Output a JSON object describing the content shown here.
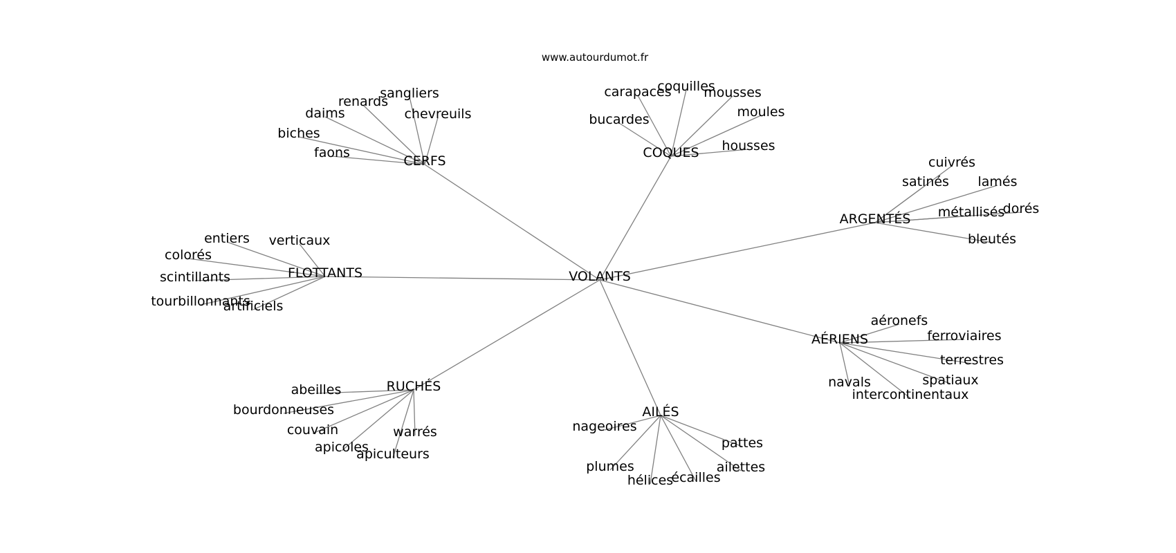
{
  "credit": "www.autourdumot.fr",
  "colors": {
    "edge": "#808080",
    "text": "#000000",
    "background": "#ffffff"
  },
  "center": "VOLANTS",
  "groups": [
    {
      "label": "CERFS",
      "leaves": [
        "sangliers",
        "renards",
        "daims",
        "chevreuils",
        "biches",
        "faons"
      ]
    },
    {
      "label": "COQUES",
      "leaves": [
        "coquilles",
        "carapaces",
        "mousses",
        "moules",
        "bucardes",
        "housses"
      ]
    },
    {
      "label": "ARGENTÉS",
      "leaves": [
        "cuivrés",
        "satinés",
        "lamés",
        "dorés",
        "métallisés",
        "bleutés"
      ]
    },
    {
      "label": "FLOTTANTS",
      "leaves": [
        "entiers",
        "verticaux",
        "colorés",
        "scintillants",
        "tourbillonnants",
        "artificiels"
      ]
    },
    {
      "label": "AÉRIENS",
      "leaves": [
        "aéronefs",
        "ferroviaires",
        "terrestres",
        "spatiaux",
        "navals",
        "intercontinentaux"
      ]
    },
    {
      "label": "RUCHÉS",
      "leaves": [
        "abeilles",
        "bourdonneuses",
        "couvain",
        "apicoles",
        "warrés",
        "apiculteurs"
      ]
    },
    {
      "label": "AILÉS",
      "leaves": [
        "nageoires",
        "pattes",
        "plumes",
        "ailettes",
        "hélices",
        "écailles"
      ]
    }
  ]
}
